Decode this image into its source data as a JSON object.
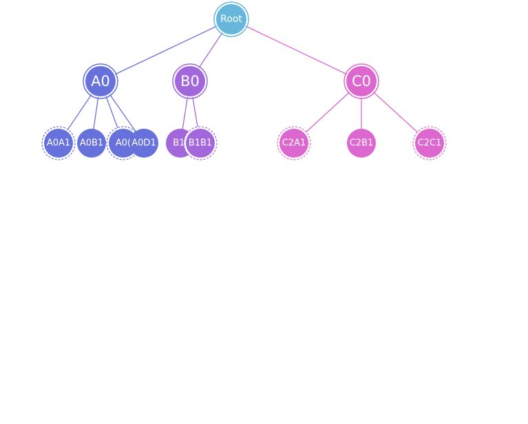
{
  "colors": {
    "root": "#67b7dc",
    "A": "#6771dc",
    "B": "#a367dc",
    "C": "#dc67ce",
    "label": "#ffffff"
  },
  "tree": {
    "name": "Root",
    "group": "root",
    "children": [
      {
        "name": "A0",
        "group": "A",
        "children": [
          {
            "name": "A0A1",
            "group": "A",
            "collapsed": true
          },
          {
            "name": "A0B1",
            "group": "A",
            "collapsed": false
          },
          {
            "name": "A0C1",
            "display": "A0(",
            "group": "A",
            "collapsed": true
          },
          {
            "name": "A0D1",
            "group": "A",
            "collapsed": false
          }
        ]
      },
      {
        "name": "B0",
        "group": "B",
        "children": [
          {
            "name": "B1A1",
            "display": "B1/",
            "group": "B",
            "collapsed": false
          },
          {
            "name": "B1B1",
            "group": "B",
            "collapsed": true
          }
        ]
      },
      {
        "name": "C0",
        "group": "C",
        "children": [
          {
            "name": "C2A1",
            "group": "C",
            "collapsed": true
          },
          {
            "name": "C2B1",
            "group": "C",
            "collapsed": false
          },
          {
            "name": "C2C1",
            "group": "C",
            "collapsed": true
          }
        ]
      }
    ]
  }
}
